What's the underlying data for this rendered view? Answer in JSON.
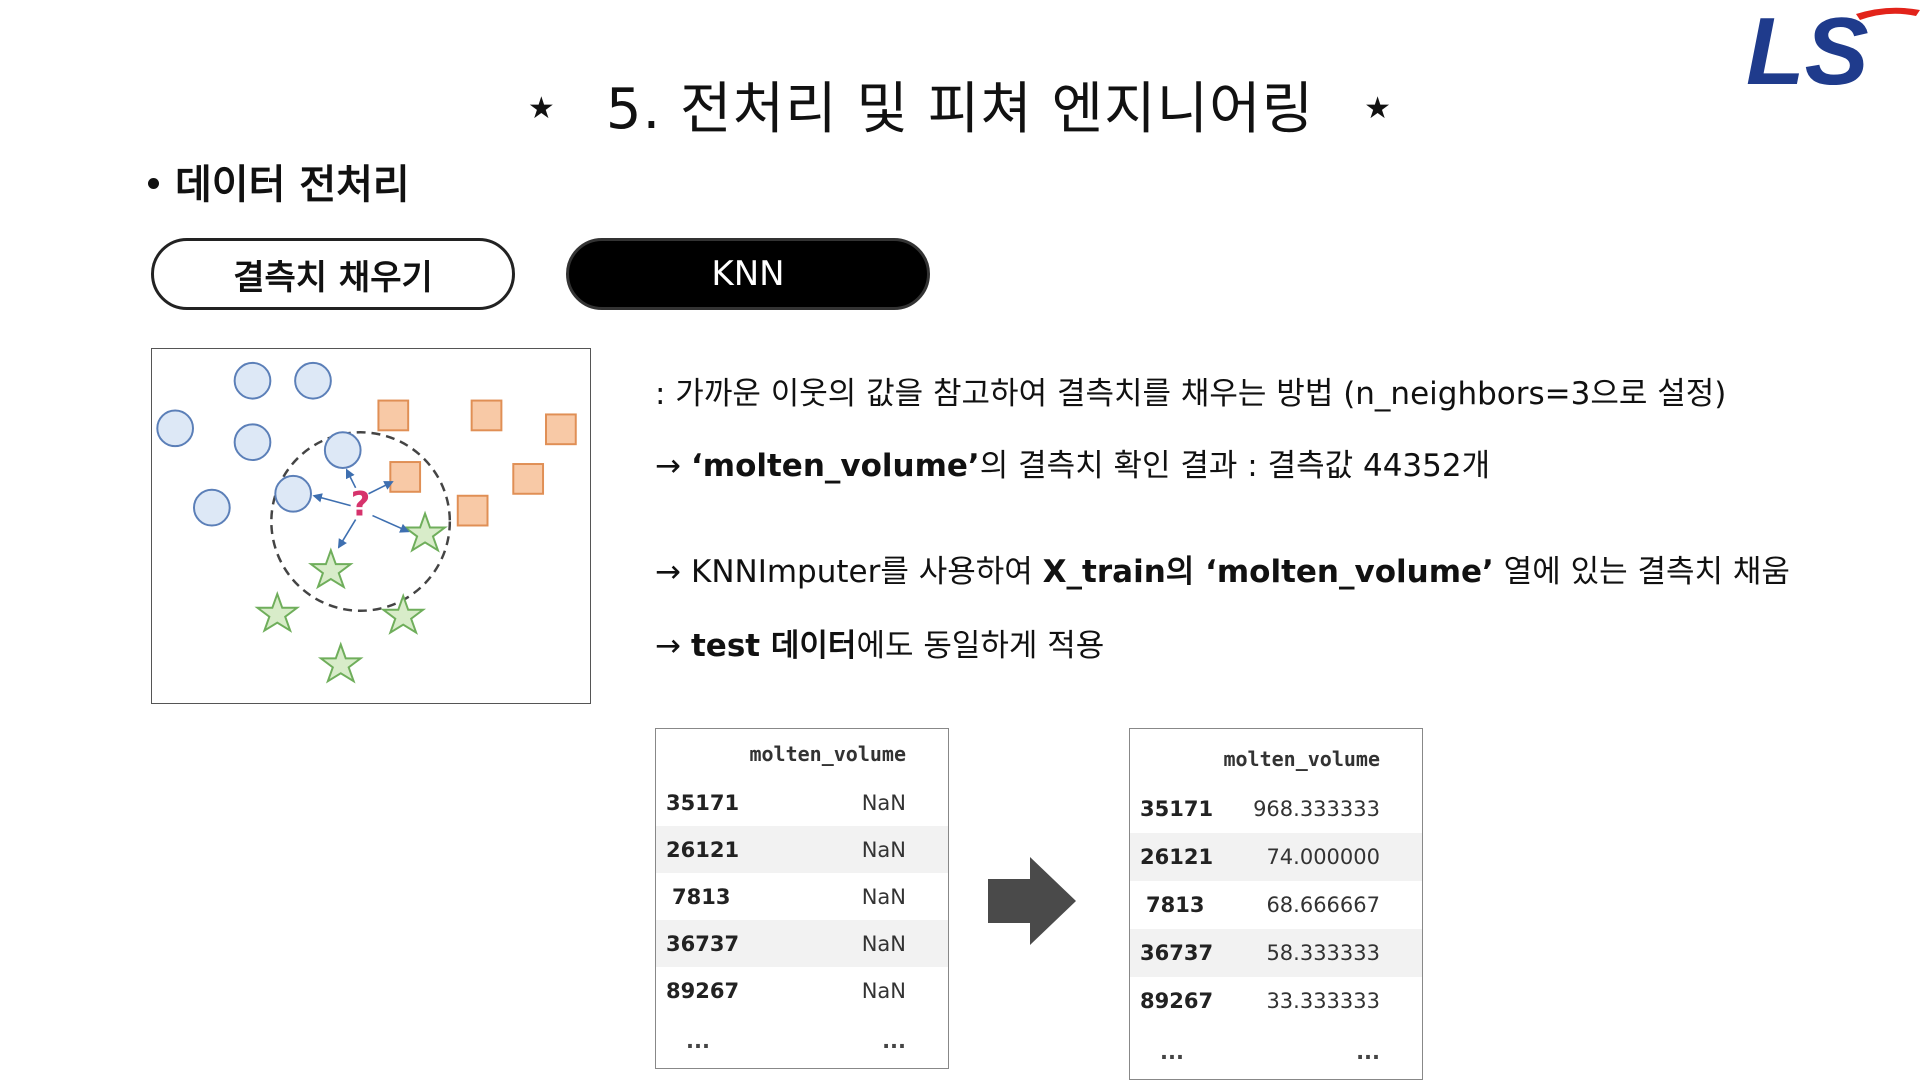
{
  "slide": {
    "title": "5. 전처리 및 피쳐 엔지니어링",
    "star": "★",
    "section": "데이터 전처리"
  },
  "pills": {
    "left": "결측치 채우기",
    "right": "KNN"
  },
  "diagram": {
    "query_mark": "?",
    "colors": {
      "circle_fill": "#dde8f6",
      "circle_stroke": "#5b7fb8",
      "square_fill": "#f8c9a6",
      "square_stroke": "#e08f55",
      "star_fill": "#d8ecc9",
      "star_stroke": "#6fae5b",
      "query": "#d6336c",
      "arrow": "#3e6fb0"
    }
  },
  "description": {
    "line1": ": 가까운 이웃의 값을 참고하여 결측치를 채우는 방법 (n_neighbors=3으로 설정)",
    "line2_arrow": "→",
    "line2_quote": "‘molten_volume’",
    "line2_rest": "의 결측치 확인 결과 : 결측값 44352개",
    "line3_arrow": "→",
    "line3_a": "KNNImputer를 사용하여",
    "line3_b": "X_train의 ‘molten_volume’",
    "line3_c": "열에 있는 결측치 채움",
    "line4_arrow": "→",
    "line4_a": "test 데이터",
    "line4_b": "에도 동일하게 적용"
  },
  "table_before": {
    "header": "molten_volume",
    "rows": [
      {
        "idx": "35171",
        "val": "NaN"
      },
      {
        "idx": "26121",
        "val": "NaN"
      },
      {
        "idx": "7813",
        "val": "NaN"
      },
      {
        "idx": "36737",
        "val": "NaN"
      },
      {
        "idx": "89267",
        "val": "NaN"
      },
      {
        "idx": "...",
        "val": "..."
      }
    ]
  },
  "table_after": {
    "header": "molten_volume",
    "rows": [
      {
        "idx": "35171",
        "val": "968.333333"
      },
      {
        "idx": "26121",
        "val": "74.000000"
      },
      {
        "idx": "7813",
        "val": "68.666667"
      },
      {
        "idx": "36737",
        "val": "58.333333"
      },
      {
        "idx": "89267",
        "val": "33.333333"
      },
      {
        "idx": "...",
        "val": "..."
      }
    ]
  },
  "logo": {
    "text": "LS",
    "color": "#1f3b8c",
    "accent": "#e2231a"
  }
}
